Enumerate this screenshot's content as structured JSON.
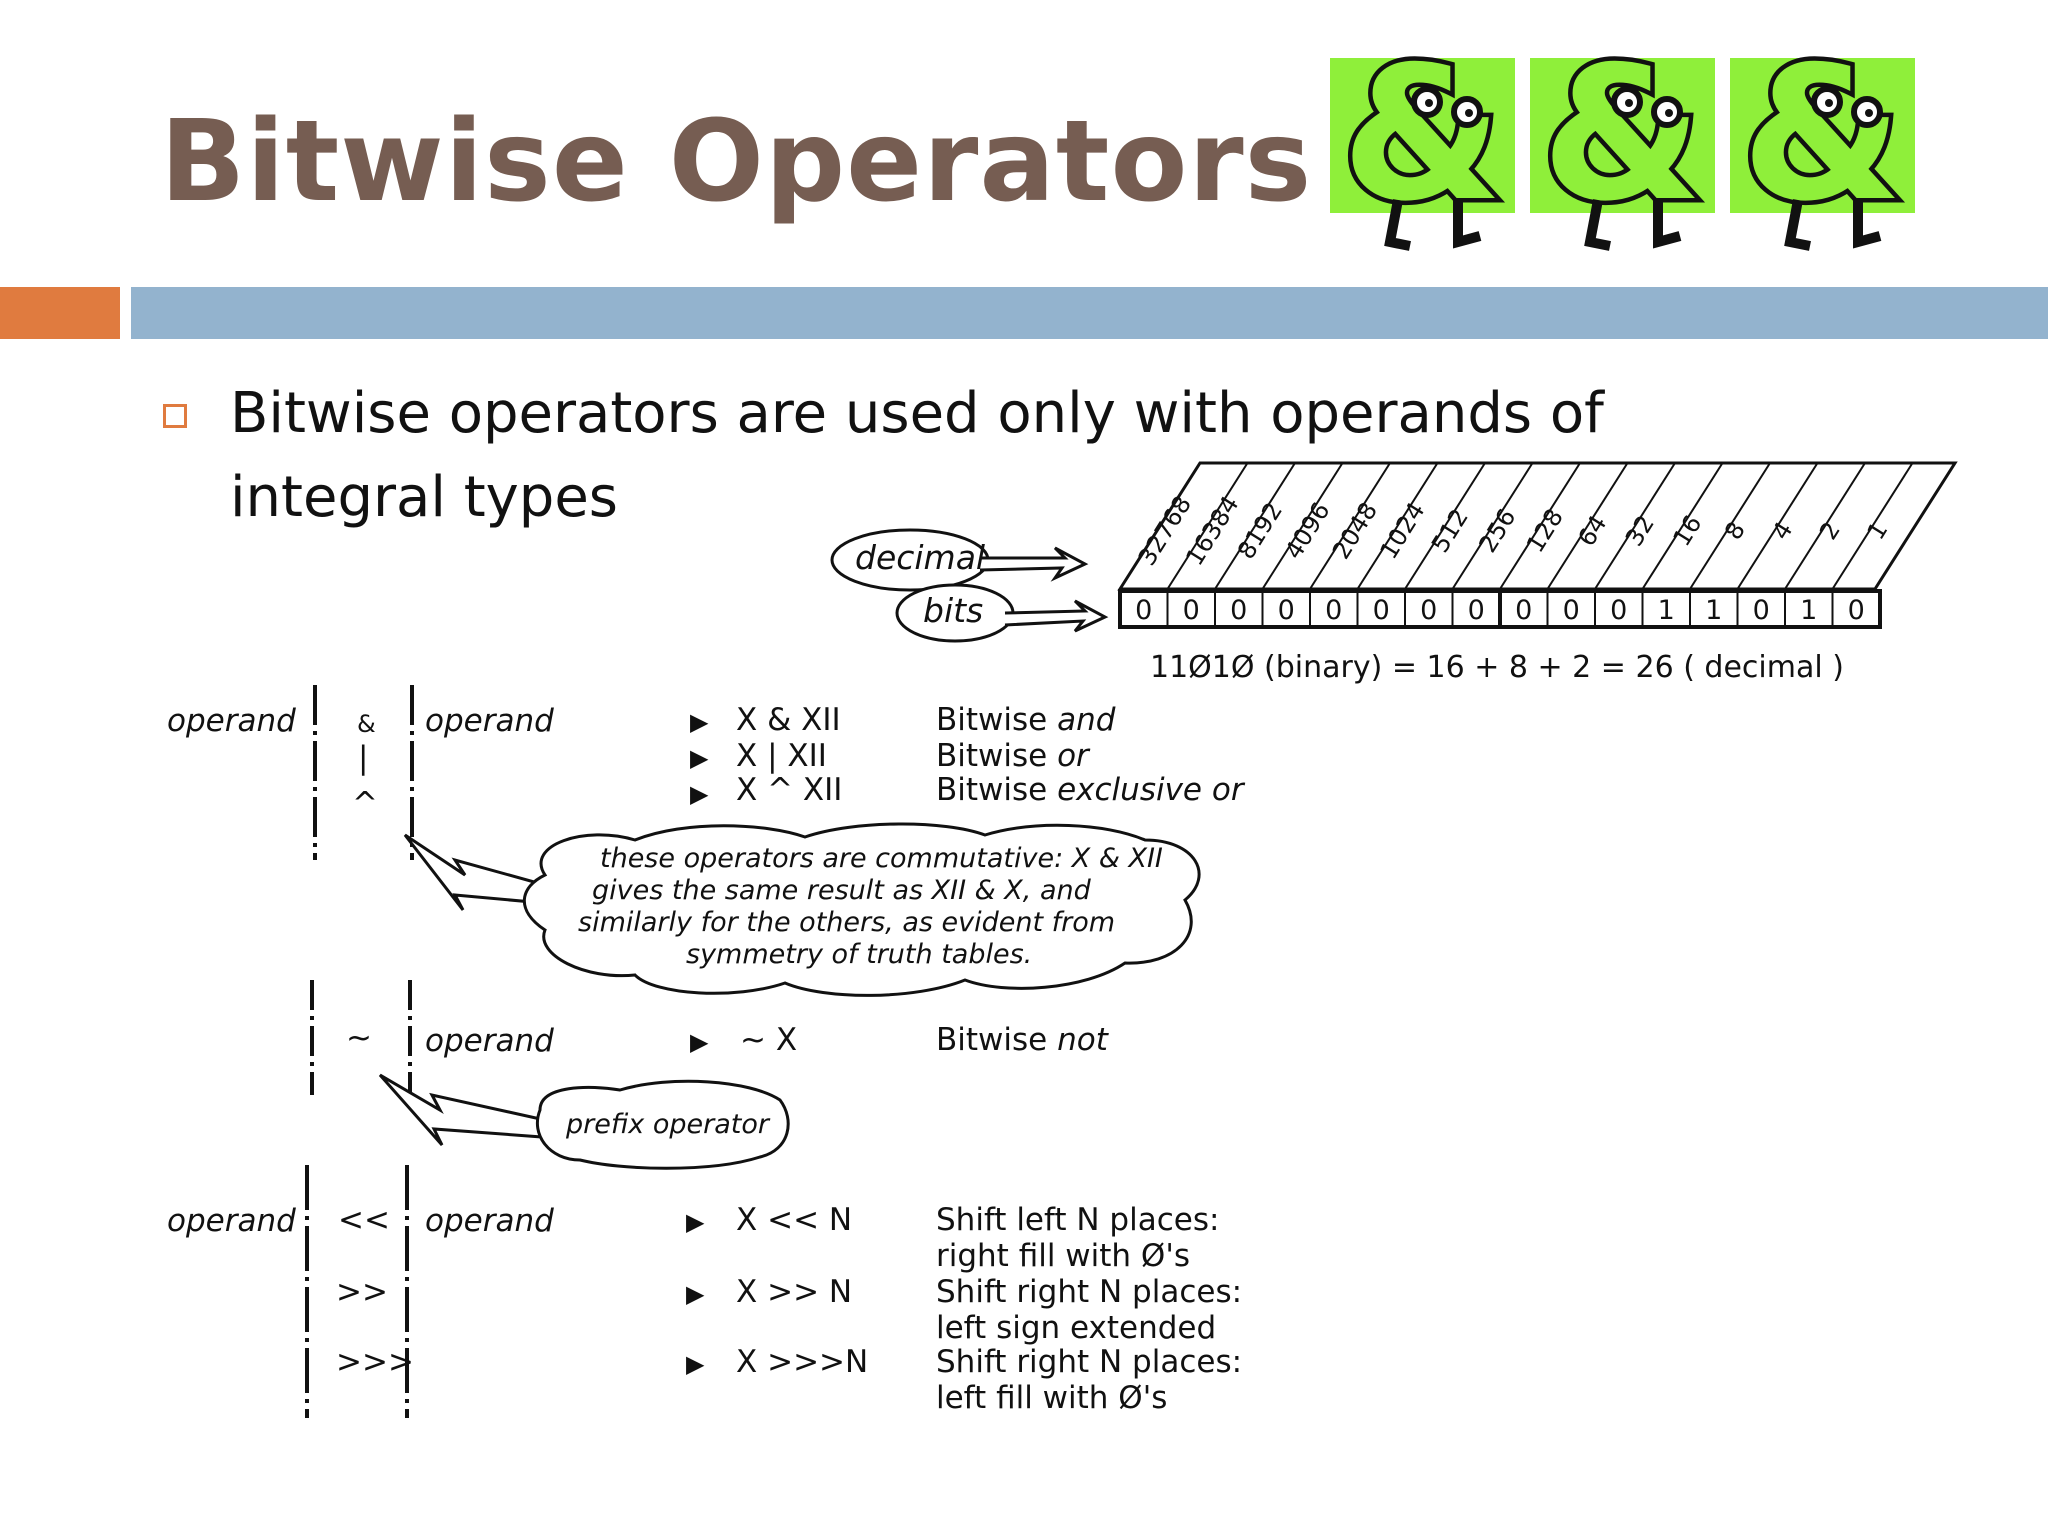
{
  "slide": {
    "title": "Bitwise Operators",
    "bullet": "Bitwise operators are used only with operands of integral types"
  },
  "bits_figure": {
    "decimal_label": "decimal",
    "bits_label": "bits",
    "weights": [
      "32768",
      "16384",
      "8192",
      "4096",
      "2048",
      "1024",
      "512",
      "256",
      "128",
      "64",
      "32",
      "16",
      "8",
      "4",
      "2",
      "1"
    ],
    "bits": [
      "0",
      "0",
      "0",
      "0",
      "0",
      "0",
      "0",
      "0",
      "0",
      "0",
      "0",
      "1",
      "1",
      "0",
      "1",
      "0"
    ],
    "equation": "11Ø1Ø (binary) = 16 + 8 + 2 = 26 ( decimal )"
  },
  "binary_ops": {
    "left_operand": "operand",
    "right_operand": "operand",
    "symbols": [
      "&",
      "|",
      "^"
    ],
    "examples": [
      "X & XII",
      "X | XII",
      "X ^ XII"
    ],
    "descriptions": [
      {
        "plain": "Bitwise",
        "italic": "and"
      },
      {
        "plain": "Bitwise",
        "italic": "or"
      },
      {
        "plain": "Bitwise",
        "italic": "exclusive or"
      }
    ],
    "note_lines": [
      "these operators are commutative: X & XII",
      "gives the same result as XII & X, and",
      "similarly for the others, as evident from",
      "symmetry of truth tables."
    ]
  },
  "unary_op": {
    "symbol": "~",
    "operand": "operand",
    "example": "~ X",
    "description": {
      "plain": "Bitwise",
      "italic": "not"
    },
    "note": "prefix operator"
  },
  "shift_ops": {
    "left_operand": "operand",
    "right_operand": "operand",
    "symbols": [
      "<<",
      ">>",
      ">>>"
    ],
    "examples": [
      "X << N",
      "X >> N",
      "X >>>N"
    ],
    "descriptions": [
      [
        "Shift left N places:",
        "right fill with Ø's"
      ],
      [
        "Shift right N places:",
        "left sign extended"
      ],
      [
        "Shift right N places:",
        "left fill with Ø's"
      ]
    ]
  },
  "logo": {
    "glyph": "&",
    "count": 3,
    "colors": {
      "tile": "#8fef3a",
      "glyph": "#111111"
    }
  },
  "colors": {
    "title": "#765d52",
    "accent_orange": "#e07b3f",
    "accent_blue": "#93b3ce",
    "logo_green": "#8fef3a"
  }
}
